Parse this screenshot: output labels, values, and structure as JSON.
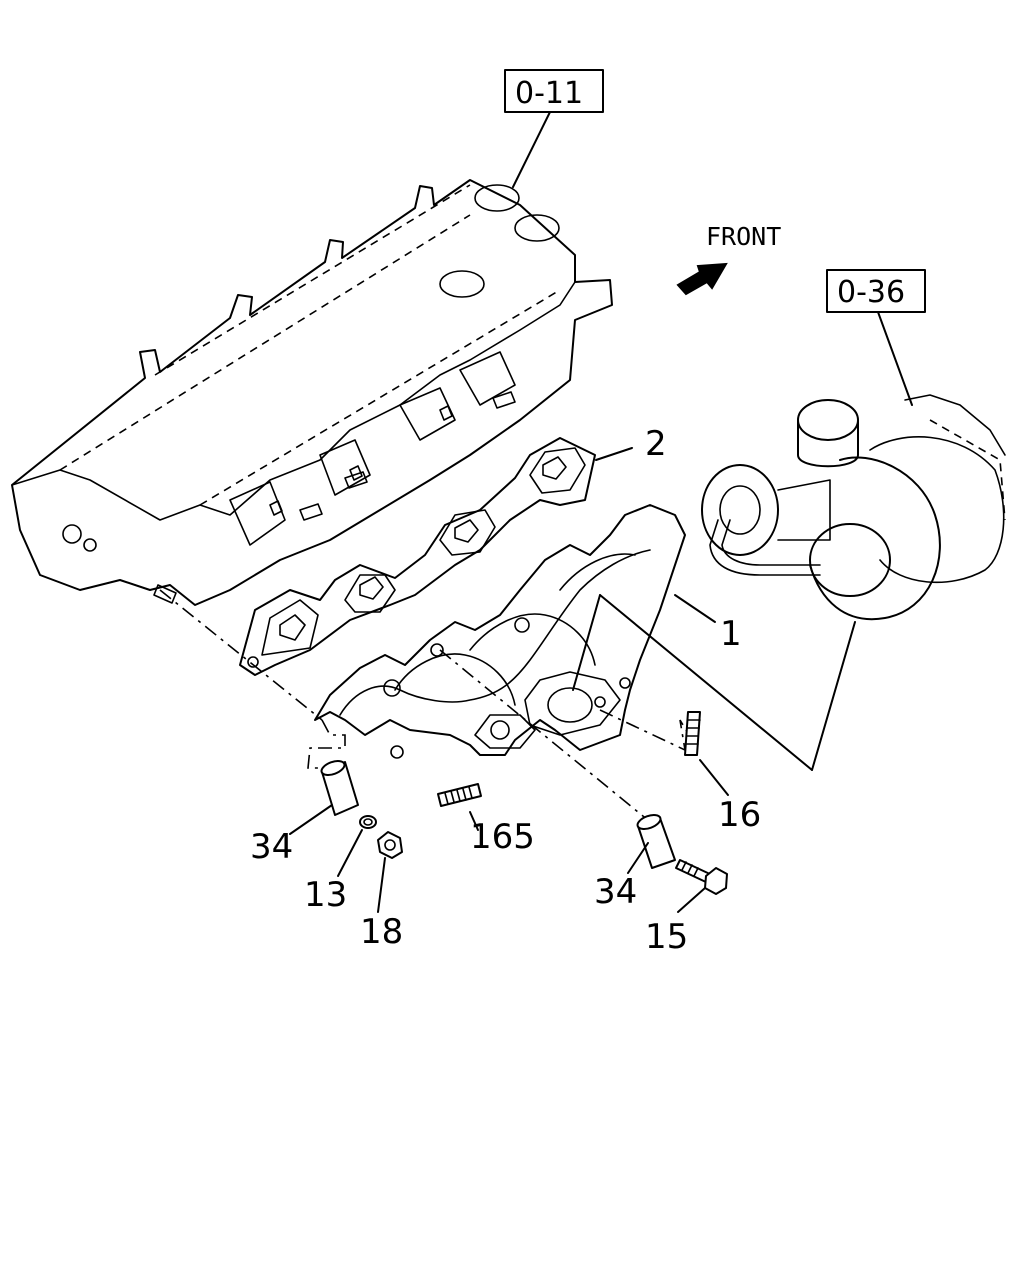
{
  "diagram": {
    "references": [
      {
        "id": "cyl-head-ref",
        "text": "0-11"
      },
      {
        "id": "turbo-ref",
        "text": "0-36"
      }
    ],
    "direction_label": "FRONT",
    "callouts": [
      {
        "id": "part-1",
        "text": "1"
      },
      {
        "id": "part-2",
        "text": "2"
      },
      {
        "id": "part-16",
        "text": "16"
      },
      {
        "id": "part-165",
        "text": "165"
      },
      {
        "id": "part-34a",
        "text": "34"
      },
      {
        "id": "part-13",
        "text": "13"
      },
      {
        "id": "part-18",
        "text": "18"
      },
      {
        "id": "part-34b",
        "text": "34"
      },
      {
        "id": "part-15",
        "text": "15"
      }
    ]
  }
}
